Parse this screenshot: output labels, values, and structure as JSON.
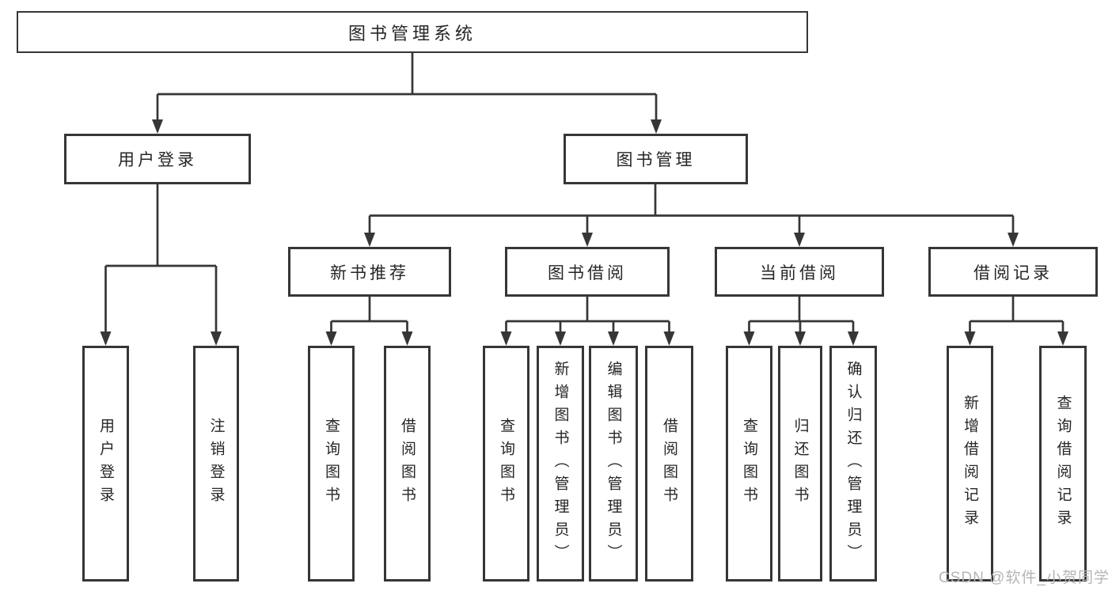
{
  "diagram": {
    "root": {
      "label": "图书管理系统"
    },
    "branches": [
      {
        "label": "用户登录",
        "children": [
          {
            "label": "用户登录"
          },
          {
            "label": "注销登录"
          }
        ]
      },
      {
        "label": "图书管理",
        "children": [
          {
            "label": "新书推荐",
            "children": [
              {
                "label": "查询图书"
              },
              {
                "label": "借阅图书"
              }
            ]
          },
          {
            "label": "图书借阅",
            "children": [
              {
                "label": "查询图书"
              },
              {
                "label": "新增图书（管理员）"
              },
              {
                "label": "编辑图书（管理员）"
              },
              {
                "label": "借阅图书"
              }
            ]
          },
          {
            "label": "当前借阅",
            "children": [
              {
                "label": "查询图书"
              },
              {
                "label": "归还图书"
              },
              {
                "label": "确认归还（管理员）"
              }
            ]
          },
          {
            "label": "借阅记录",
            "children": [
              {
                "label": "新增借阅记录"
              },
              {
                "label": "查询借阅记录"
              }
            ]
          }
        ]
      }
    ],
    "colors": {
      "line": "#363636",
      "box_border": "#363636",
      "box_fill": "#ffffff",
      "text": "#262626",
      "background": "#ffffff",
      "watermark": "#b5b5b5"
    }
  },
  "watermark": {
    "text": "CSDN @软件_小贺同学"
  }
}
